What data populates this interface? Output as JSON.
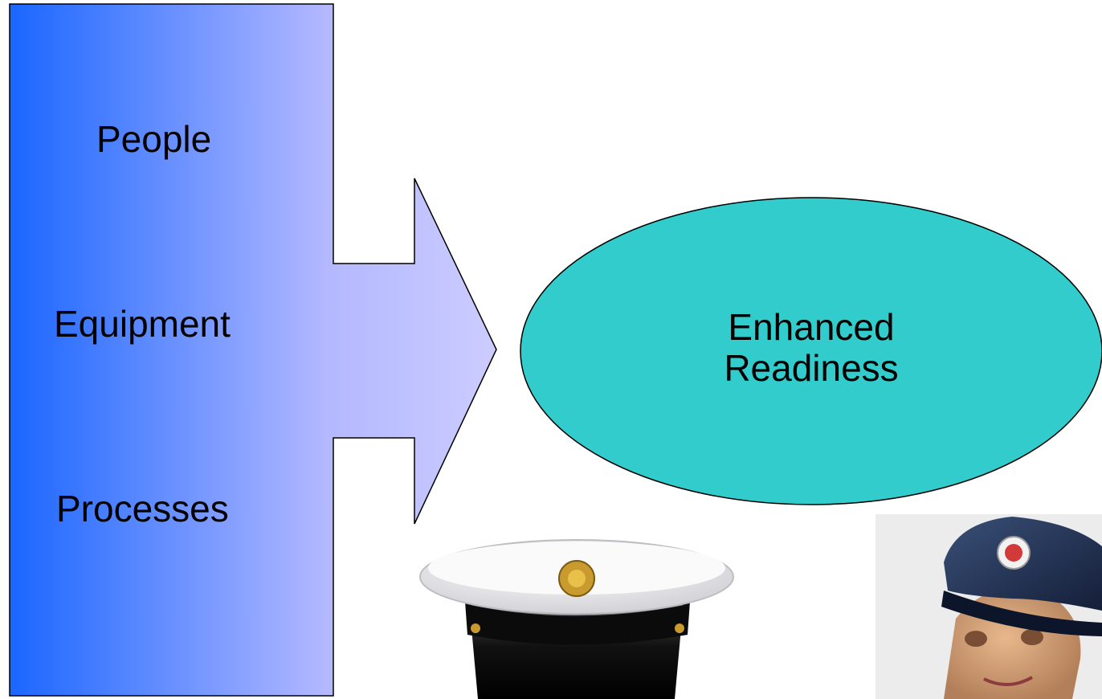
{
  "inputs": {
    "items": [
      {
        "label": "People"
      },
      {
        "label": "Equipment"
      },
      {
        "label": "Processes"
      }
    ]
  },
  "outcome": {
    "line1": "Enhanced",
    "line2": "Readiness"
  },
  "colors": {
    "input_gradient_start": "#1a66ff",
    "input_gradient_end": "#ccccff",
    "outcome_fill": "#33cccc",
    "stroke": "#000000"
  },
  "images": {
    "left": "marine-dress-cap",
    "right": "person-in-navy-cap"
  }
}
